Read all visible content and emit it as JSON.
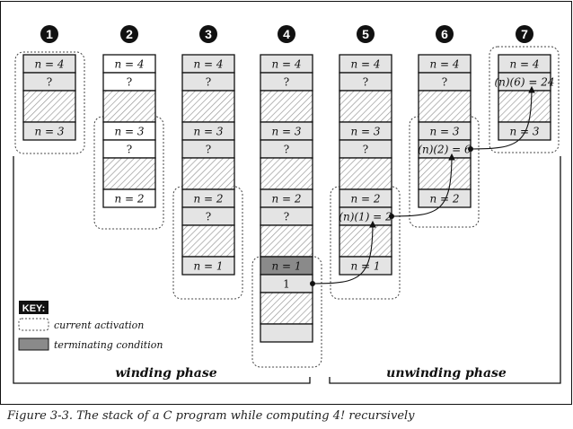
{
  "steps": [
    "1",
    "2",
    "3",
    "4",
    "5",
    "6",
    "7"
  ],
  "stack_columns": [
    {
      "step": "1",
      "cells": [
        {
          "label": "n = 4",
          "fill": "light"
        },
        {
          "label": "?",
          "fill": "light"
        },
        {
          "label": "",
          "fill": "hatch"
        },
        {
          "label": "n = 3",
          "fill": "light"
        }
      ]
    },
    {
      "step": "2",
      "cells": [
        {
          "label": "n = 4",
          "fill": "white"
        },
        {
          "label": "?",
          "fill": "white"
        },
        {
          "label": "",
          "fill": "hatch"
        },
        {
          "label": "n = 3",
          "fill": "white"
        },
        {
          "label": "?",
          "fill": "white"
        },
        {
          "label": "",
          "fill": "hatch"
        },
        {
          "label": "n = 2",
          "fill": "white"
        }
      ]
    },
    {
      "step": "3",
      "cells": [
        {
          "label": "n = 4",
          "fill": "light"
        },
        {
          "label": "?",
          "fill": "light"
        },
        {
          "label": "",
          "fill": "hatch"
        },
        {
          "label": "n = 3",
          "fill": "light"
        },
        {
          "label": "?",
          "fill": "light"
        },
        {
          "label": "",
          "fill": "hatch"
        },
        {
          "label": "n = 2",
          "fill": "light"
        },
        {
          "label": "?",
          "fill": "light"
        },
        {
          "label": "",
          "fill": "hatch"
        },
        {
          "label": "n = 1",
          "fill": "light"
        }
      ]
    },
    {
      "step": "4",
      "cells": [
        {
          "label": "n = 4",
          "fill": "light"
        },
        {
          "label": "?",
          "fill": "light"
        },
        {
          "label": "",
          "fill": "hatch"
        },
        {
          "label": "n = 3",
          "fill": "light"
        },
        {
          "label": "?",
          "fill": "light"
        },
        {
          "label": "",
          "fill": "hatch"
        },
        {
          "label": "n = 2",
          "fill": "light"
        },
        {
          "label": "?",
          "fill": "light"
        },
        {
          "label": "",
          "fill": "hatch"
        },
        {
          "label": "n = 1",
          "fill": "dark"
        },
        {
          "label": "1",
          "fill": "light"
        },
        {
          "label": "",
          "fill": "hatch"
        },
        {
          "label": "",
          "fill": "light"
        }
      ]
    },
    {
      "step": "5",
      "cells": [
        {
          "label": "n = 4",
          "fill": "light"
        },
        {
          "label": "?",
          "fill": "light"
        },
        {
          "label": "",
          "fill": "hatch"
        },
        {
          "label": "n = 3",
          "fill": "light"
        },
        {
          "label": "?",
          "fill": "light"
        },
        {
          "label": "",
          "fill": "hatch"
        },
        {
          "label": "n = 2",
          "fill": "light"
        },
        {
          "label": "(n)(1) = 2",
          "fill": "light"
        },
        {
          "label": "",
          "fill": "hatch"
        },
        {
          "label": "n = 1",
          "fill": "light"
        }
      ]
    },
    {
      "step": "6",
      "cells": [
        {
          "label": "n = 4",
          "fill": "light"
        },
        {
          "label": "?",
          "fill": "light"
        },
        {
          "label": "",
          "fill": "hatch"
        },
        {
          "label": "n = 3",
          "fill": "light"
        },
        {
          "label": "(n)(2) = 6",
          "fill": "light"
        },
        {
          "label": "",
          "fill": "hatch"
        },
        {
          "label": "n = 2",
          "fill": "light"
        }
      ]
    },
    {
      "step": "7",
      "cells": [
        {
          "label": "n = 4",
          "fill": "light"
        },
        {
          "label": "(n)(6) = 24",
          "fill": "light"
        },
        {
          "label": "",
          "fill": "hatch"
        },
        {
          "label": "n = 3",
          "fill": "light"
        }
      ]
    }
  ],
  "key": {
    "title": "KEY:",
    "current_activation": "current activation",
    "terminating_condition": "terminating condition"
  },
  "phases": {
    "winding": "winding phase",
    "unwinding": "unwinding phase"
  },
  "caption": "Figure 3-3. The stack of a C program while computing 4! recursively",
  "colors": {
    "light": "#e4e4e4",
    "dark": "#8a8a8a",
    "white": "#ffffff",
    "hatch_line": "#9a9a9a",
    "stroke": "#111111"
  }
}
